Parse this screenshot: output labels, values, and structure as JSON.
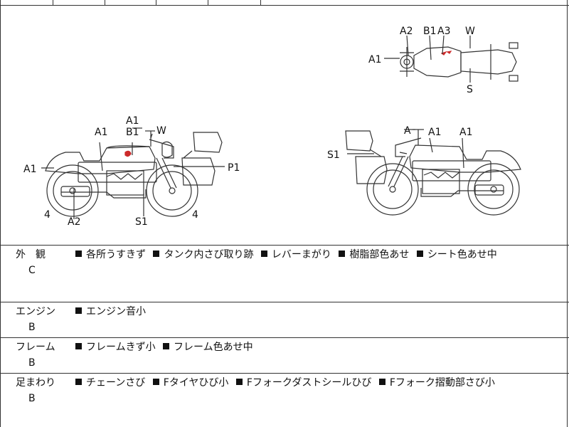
{
  "diagram": {
    "top_view_labels": [
      "A2",
      "B1",
      "A3",
      "W",
      "A1",
      "S"
    ],
    "left_view_labels": [
      "A1",
      "B1",
      "W",
      "A1",
      "A1",
      "P1",
      "4",
      "A2",
      "S1",
      "4"
    ],
    "right_view_labels": [
      "A",
      "A1",
      "A1",
      "S1"
    ],
    "damage_color": "#cc2a2a"
  },
  "condition": {
    "rows": [
      {
        "category": "外　観",
        "grade": "C",
        "notes": [
          "各所うすきず",
          "タンク内さび取り跡",
          "レバーまがり",
          "樹脂部色あせ",
          "シート色あせ中"
        ]
      },
      {
        "category": "エンジン",
        "grade": "B",
        "notes": [
          "エンジン音小"
        ]
      },
      {
        "category": "フレーム",
        "grade": "B",
        "notes": [
          "フレームきず小",
          "フレーム色あせ中"
        ]
      },
      {
        "category": "足まわり",
        "grade": "B",
        "notes": [
          "チェーンさび",
          "Fタイヤひび小",
          "Fフォークダストシールひび",
          "Fフォーク摺動部さび小"
        ]
      }
    ]
  }
}
